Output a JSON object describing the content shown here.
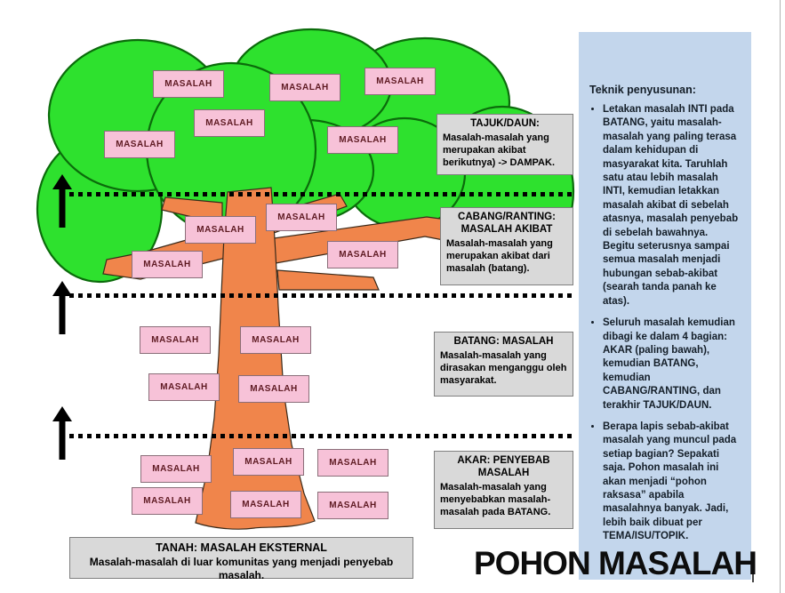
{
  "title": "POHON MASALAH",
  "masalah_label": "MASALAH",
  "tree_nodes": {
    "count": 20,
    "sections": {
      "tajuk_daun": 6,
      "cabang_ranting": 4,
      "batang": 4,
      "akar": 6
    }
  },
  "labels": {
    "tajuk": {
      "title": "TAJUK/DAUN:",
      "body": "Masalah-masalah yang merupakan akibat berikutnya) -> DAMPAK."
    },
    "cabang": {
      "title": "CABANG/RANTING: MASALAH AKIBAT",
      "body": "Masalah-masalah yang merupakan akibat dari masalah (batang)."
    },
    "batang": {
      "title": "BATANG: MASALAH",
      "body": "Masalah-masalah yang dirasakan menganggu oleh masyarakat."
    },
    "akar": {
      "title": "AKAR: PENYEBAB MASALAH",
      "body": "Masalah-masalah yang menyebabkan masalah-masalah pada BATANG."
    },
    "tanah": {
      "title": "TANAH: MASALAH EKSTERNAL",
      "body": "Masalah-masalah di luar komunitas yang menjadi penyebab masalah."
    }
  },
  "sidebar": {
    "heading": "Teknik penyusunan:",
    "bullets": [
      "Letakan masalah INTI pada BATANG, yaitu masalah-masalah yang paling terasa dalam kehidupan di masyarakat kita. Taruhlah satu atau lebih masalah INTI, kemudian letakkan masalah akibat di sebelah atasnya, masalah penyebab di sebelah bawahnya. Begitu seterusnya sampai semua masalah menjadi hubungan sebab-akibat (searah tanda panah ke atas).",
      "Seluruh masalah kemudian dibagi ke dalam 4 bagian: AKAR (paling bawah), kemudian BATANG, kemudian CABANG/RANTING, dan terakhir TAJUK/DAUN.",
      "Berapa lapis sebab-akibat masalah yang muncul pada setiap bagian? Sepakati saja. Pohon masalah ini akan menjadi “pohon raksasa” apabila masalahnya banyak. Jadi, lebih baik dibuat per TEMA/ISU/TOPIK."
    ]
  },
  "colors": {
    "canopy_green": "#2ee12e",
    "canopy_outline": "#0b6b0b",
    "trunk_orange": "#f0854b",
    "node_pink": "#f7c2d8",
    "node_text": "#5e1a22",
    "label_gray": "#d9d9d9",
    "sidebar_blue": "#c3d6ec",
    "divider_black": "#000000"
  }
}
